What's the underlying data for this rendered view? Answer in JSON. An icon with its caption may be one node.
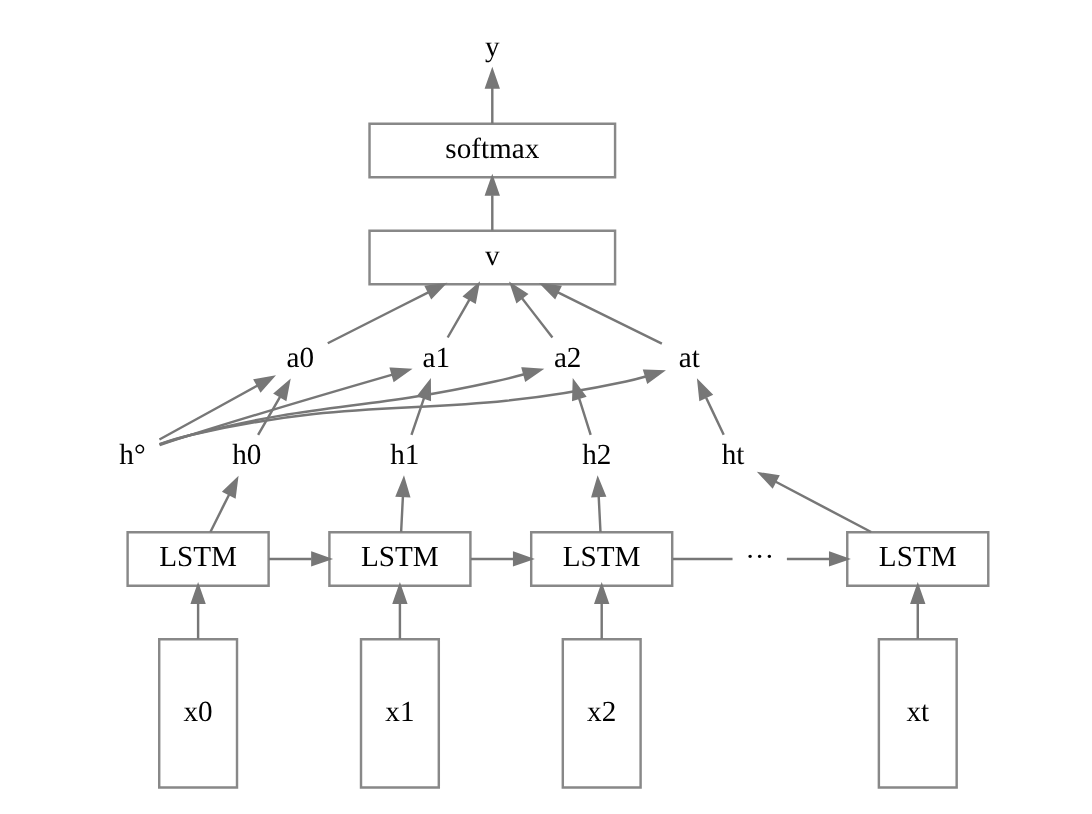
{
  "diagram": {
    "nodes": [
      {
        "text": [
          "y"
        ]
      },
      {
        "text": [
          "softmax"
        ]
      },
      {
        "text": [
          "v"
        ]
      },
      {
        "text": [
          "a0"
        ]
      },
      {
        "text": [
          "a1"
        ]
      },
      {
        "text": [
          "a2"
        ]
      },
      {
        "text": [
          "at"
        ]
      },
      {
        "text": [
          "h°"
        ]
      },
      {
        "text": [
          "h0"
        ]
      },
      {
        "text": [
          "h1"
        ]
      },
      {
        "text": [
          "h2"
        ]
      },
      {
        "text": [
          "ht"
        ]
      },
      {
        "text": [
          "LSTM"
        ]
      },
      {
        "text": [
          "LSTM"
        ]
      },
      {
        "text": [
          "LSTM"
        ]
      },
      {
        "text": [
          "···"
        ]
      },
      {
        "text": [
          "LSTM"
        ]
      },
      {
        "text": [
          "x0"
        ]
      },
      {
        "text": [
          "x1"
        ]
      },
      {
        "text": [
          "x2"
        ]
      },
      {
        "text": [
          "xt"
        ]
      }
    ],
    "edges": [
      {
        "from": 17,
        "to": 12,
        "arrow": "to"
      },
      {
        "from": 18,
        "to": 13,
        "arrow": "to"
      },
      {
        "from": 19,
        "to": 14,
        "arrow": "to"
      },
      {
        "from": 20,
        "to": 16,
        "arrow": "to"
      },
      {
        "from": 12,
        "to": 13,
        "arrow": "to"
      },
      {
        "from": 13,
        "to": 14,
        "arrow": "to"
      },
      {
        "from": 14,
        "to": 15,
        "arrow": "none"
      },
      {
        "from": 15,
        "to": 16,
        "arrow": "to"
      },
      {
        "from": 12,
        "to": 8,
        "arrow": "to"
      },
      {
        "from": 13,
        "to": 9,
        "arrow": "to"
      },
      {
        "from": 14,
        "to": 10,
        "arrow": "to"
      },
      {
        "from": 16,
        "to": 11,
        "arrow": "to"
      },
      {
        "from": 8,
        "to": 3,
        "arrow": "to"
      },
      {
        "from": 9,
        "to": 4,
        "arrow": "to"
      },
      {
        "from": 10,
        "to": 5,
        "arrow": "to"
      },
      {
        "from": 11,
        "to": 6,
        "arrow": "to"
      },
      {
        "from": 7,
        "to": 3,
        "arrow": "to"
      },
      {
        "from": 7,
        "to": 4,
        "arrow": "to"
      },
      {
        "from": 7,
        "to": 5,
        "arrow": "to"
      },
      {
        "from": 7,
        "to": 6,
        "arrow": "to"
      },
      {
        "from": 3,
        "to": 2,
        "arrow": "to"
      },
      {
        "from": 4,
        "to": 2,
        "arrow": "to"
      },
      {
        "from": 5,
        "to": 2,
        "arrow": "to"
      },
      {
        "from": 6,
        "to": 2,
        "arrow": "to"
      },
      {
        "from": 2,
        "to": 1,
        "arrow": "to"
      },
      {
        "from": 1,
        "to": 0,
        "arrow": "to"
      }
    ]
  }
}
